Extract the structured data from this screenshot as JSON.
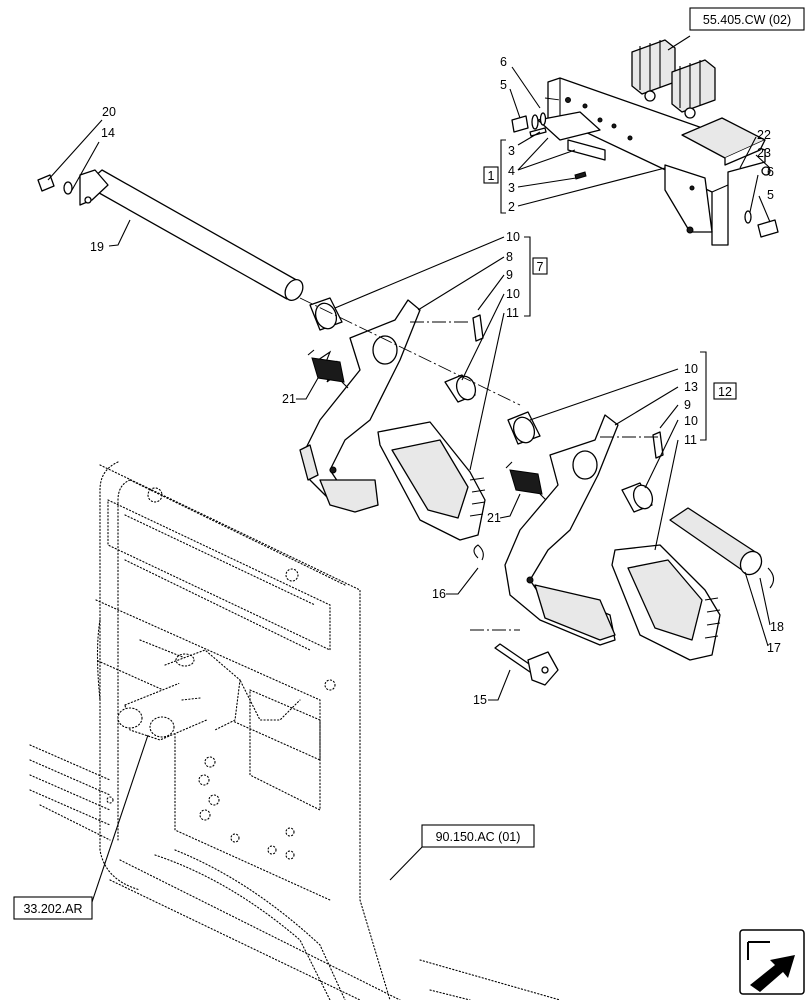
{
  "references": {
    "top": "55.405.CW (02)",
    "cab": "90.150.AC (01)",
    "cylinder": "33.202.AR"
  },
  "groups": [
    "1",
    "7",
    "12"
  ],
  "callouts": {
    "c20": "20",
    "c14": "14",
    "c19": "19",
    "c6a": "6",
    "c5a": "5",
    "c3a": "3",
    "c4": "4",
    "c3b": "3",
    "c2": "2",
    "c22": "22",
    "c23": "23",
    "c6b": "6",
    "c5b": "5",
    "c10a": "10",
    "c8": "8",
    "c9a": "9",
    "c10b": "10",
    "c11a": "11",
    "c21a": "21",
    "c10c": "10",
    "c13": "13",
    "c9b": "9",
    "c10d": "10",
    "c11b": "11",
    "c21b": "21",
    "c16": "16",
    "c15": "15",
    "c18": "18",
    "c17": "17"
  },
  "icons": {
    "nav": "next-page-arrow-icon"
  }
}
